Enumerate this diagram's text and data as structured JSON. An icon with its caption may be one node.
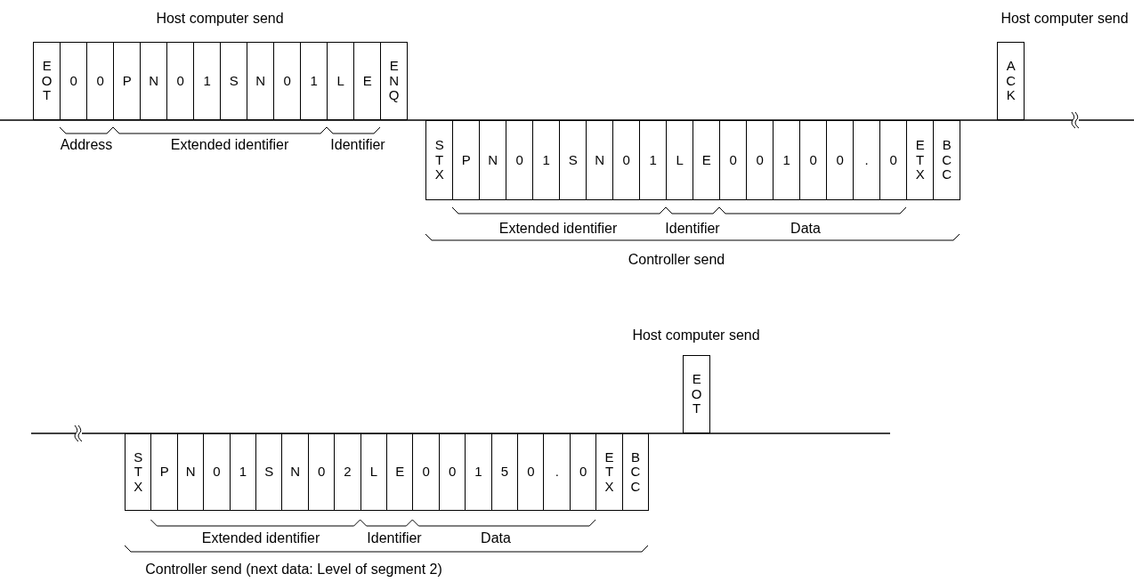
{
  "diagram": {
    "nodes": [
      {
        "text": [
          "EOT"
        ]
      },
      {
        "text": [
          "0"
        ]
      },
      {
        "text": [
          "0"
        ]
      },
      {
        "text": [
          "P"
        ]
      },
      {
        "text": [
          "N"
        ]
      },
      {
        "text": [
          "0"
        ]
      },
      {
        "text": [
          "1"
        ]
      },
      {
        "text": [
          "S"
        ]
      },
      {
        "text": [
          "N"
        ]
      },
      {
        "text": [
          "0"
        ]
      },
      {
        "text": [
          "1"
        ]
      },
      {
        "text": [
          "L"
        ]
      },
      {
        "text": [
          "E"
        ]
      },
      {
        "text": [
          "ENQ"
        ]
      },
      {
        "text": [
          "STX"
        ]
      },
      {
        "text": [
          "P"
        ]
      },
      {
        "text": [
          "N"
        ]
      },
      {
        "text": [
          "0"
        ]
      },
      {
        "text": [
          "1"
        ]
      },
      {
        "text": [
          "S"
        ]
      },
      {
        "text": [
          "N"
        ]
      },
      {
        "text": [
          "0"
        ]
      },
      {
        "text": [
          "1"
        ]
      },
      {
        "text": [
          "L"
        ]
      },
      {
        "text": [
          "E"
        ]
      },
      {
        "text": [
          "0"
        ]
      },
      {
        "text": [
          "0"
        ]
      },
      {
        "text": [
          "1"
        ]
      },
      {
        "text": [
          "0"
        ]
      },
      {
        "text": [
          "0"
        ]
      },
      {
        "text": [
          "."
        ]
      },
      {
        "text": [
          "0"
        ]
      },
      {
        "text": [
          "ETX"
        ]
      },
      {
        "text": [
          "BCC"
        ]
      },
      {
        "text": [
          "ACK"
        ]
      },
      {
        "text": [
          "STX"
        ]
      },
      {
        "text": [
          "P"
        ]
      },
      {
        "text": [
          "N"
        ]
      },
      {
        "text": [
          "0"
        ]
      },
      {
        "text": [
          "1"
        ]
      },
      {
        "text": [
          "S"
        ]
      },
      {
        "text": [
          "N"
        ]
      },
      {
        "text": [
          "0"
        ]
      },
      {
        "text": [
          "2"
        ]
      },
      {
        "text": [
          "L"
        ]
      },
      {
        "text": [
          "E"
        ]
      },
      {
        "text": [
          "0"
        ]
      },
      {
        "text": [
          "0"
        ]
      },
      {
        "text": [
          "1"
        ]
      },
      {
        "text": [
          "5"
        ]
      },
      {
        "text": [
          "0"
        ]
      },
      {
        "text": [
          "."
        ]
      },
      {
        "text": [
          "0"
        ]
      },
      {
        "text": [
          "ETX"
        ]
      },
      {
        "text": [
          "BCC"
        ]
      },
      {
        "text": [
          "EOT"
        ]
      }
    ],
    "labels": [
      "Host computer send",
      "Host computer send",
      "Address",
      "Extended identifier",
      "Identifier",
      "Extended identifier",
      "Identifier",
      "Data",
      "Controller send",
      "Host computer send",
      "Extended identifier",
      "Identifier",
      "Data",
      "Controller send (next data: Level of segment 2)"
    ]
  }
}
